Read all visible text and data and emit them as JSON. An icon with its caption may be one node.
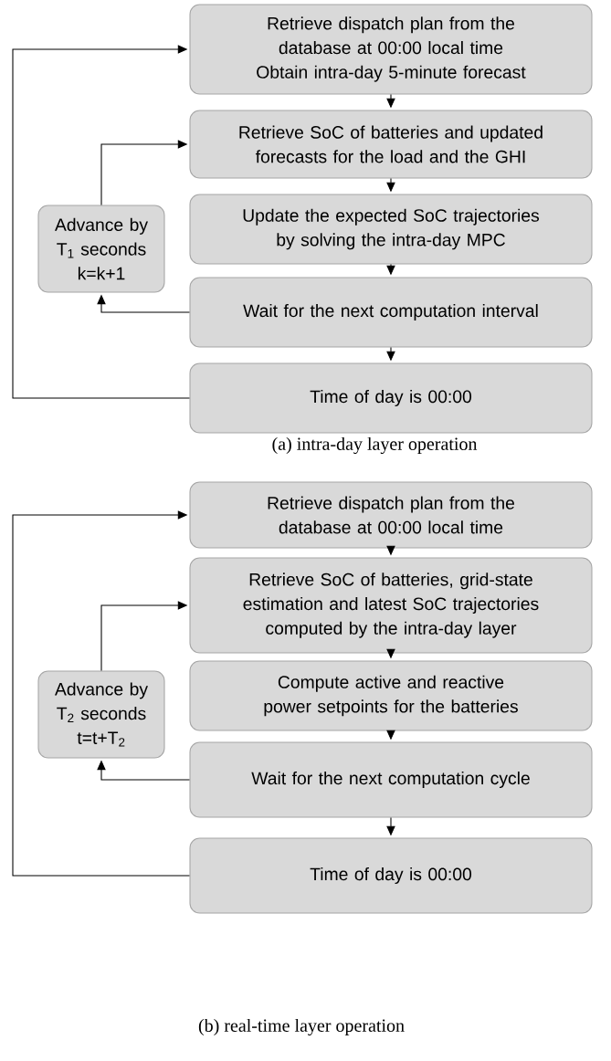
{
  "diagram": {
    "nodes": [
      {
        "text": [
          "Retrieve dispatch plan from the database at 00:00 local time",
          "Obtain intra-day 5-minute forecast"
        ]
      },
      {
        "text": [
          "Retrieve SoC of batteries and updated forecasts for the load and the GHI"
        ]
      },
      {
        "text": [
          "Update the expected SoC trajectories by solving the intra-day MPC"
        ]
      },
      {
        "text": [
          "Wait for the next computation interval"
        ]
      },
      {
        "text": [
          "Time of day is 00:00"
        ]
      },
      {
        "text": [
          "Advance by T$_{1}$ seconds",
          "k=k+1"
        ]
      },
      {
        "text": [
          "Retrieve dispatch plan from the database at 00:00 local time"
        ]
      },
      {
        "text": [
          "Retrieve SoC of batteries, grid-state estimation and latest SoC trajectories computed by the intra-day layer"
        ]
      },
      {
        "text": [
          "Compute active and reactive power setpoints for the batteries"
        ]
      },
      {
        "text": [
          "Wait for the next computation cycle"
        ]
      },
      {
        "text": [
          "Time of day is 00:00"
        ]
      },
      {
        "text": [
          "Advance by T$_{2}$ seconds",
          "t=t+T$_{2}$"
        ]
      }
    ],
    "edges": [
      {
        "from": 0,
        "to": 1,
        "arrow": "to"
      },
      {
        "from": 1,
        "to": 2,
        "arrow": "to"
      },
      {
        "from": 2,
        "to": 3,
        "arrow": "to"
      },
      {
        "from": 3,
        "to": 4,
        "arrow": "to"
      },
      {
        "from": 4,
        "to": 0,
        "arrow": "to"
      },
      {
        "from": 3,
        "to": 5,
        "arrow": "to"
      },
      {
        "from": 5,
        "to": 1,
        "arrow": "to"
      },
      {
        "from": 6,
        "to": 7,
        "arrow": "to"
      },
      {
        "from": 7,
        "to": 8,
        "arrow": "to"
      },
      {
        "from": 8,
        "to": 9,
        "arrow": "to"
      },
      {
        "from": 9,
        "to": 10,
        "arrow": "to"
      },
      {
        "from": 10,
        "to": 6,
        "arrow": "to"
      },
      {
        "from": 9,
        "to": 11,
        "arrow": "to"
      },
      {
        "from": 11,
        "to": 7,
        "arrow": "to"
      }
    ],
    "labels": [
      "(a) intra-day layer operation",
      "(b) real-time layer operation"
    ]
  }
}
